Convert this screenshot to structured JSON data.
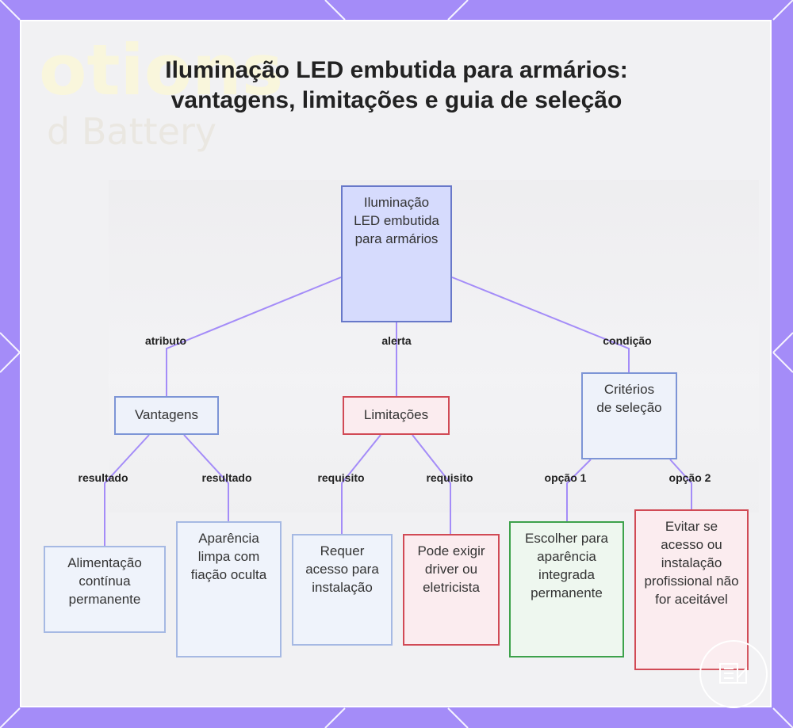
{
  "title": "Iluminação LED embutida para armários: vantagens, limitações e guia de seleção",
  "background_text": {
    "large": "otions",
    "small": "d Battery"
  },
  "nodes": {
    "root": "Iluminação LED embutida para armários",
    "advantages": "Vantagens",
    "limitations": "Limitações",
    "criteria": "Critérios de seleção",
    "continuous_power": "Alimentação contínua permanente",
    "clean_look": "Aparência limpa com fiação oculta",
    "access_required": "Requer acesso para instalação",
    "driver_electrician": "Pode exigir driver ou eletricista",
    "choose_integrated": "Escolher para aparência integrada permanente",
    "avoid_professional": "Evitar se acesso ou instalação profissional não for aceitável"
  },
  "edge_labels": {
    "root_advantages": "atributo",
    "root_limitations": "alerta",
    "root_criteria": "condição",
    "adv_continuous": "resultado",
    "adv_clean": "resultado",
    "lim_access": "requisito",
    "lim_driver": "requisito",
    "crit_choose": "opção 1",
    "crit_avoid": "opção 2"
  },
  "colors": {
    "frame": "#a48cf8",
    "edge": "#a48cf8",
    "root_fill": "#d6dbfd",
    "root_border": "#6878c9",
    "blue_border": "#a6b9e3",
    "red_border": "#d14a55",
    "green_border": "#3da24b"
  },
  "icons": {
    "watermark": "logo-mark-icon"
  }
}
